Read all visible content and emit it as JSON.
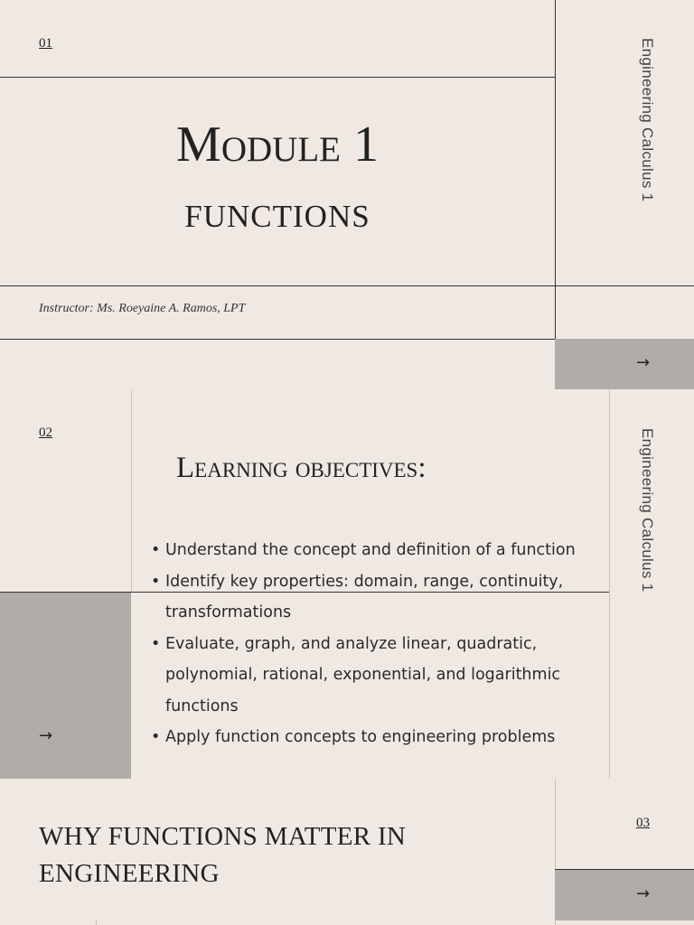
{
  "slide1": {
    "number": "01",
    "title_line1": "Module 1",
    "title_line2": "functions",
    "instructor": "Instructor: Ms. Roeyaine A. Ramos, LPT",
    "side_label": "Engineering Calculus 1",
    "arrow": "→"
  },
  "slide2": {
    "number": "02",
    "heading": "Learning objectives:",
    "side_label": "Engineering Calculus 1",
    "arrow": "→",
    "objectives": [
      "Understand the concept and definition of a function",
      "Identify key properties: domain, range, continuity, transformations",
      "Evaluate, graph, and analyze linear, quadratic, polynomial, rational, exponential, and logarithmic functions",
      "Apply function concepts to engineering problems"
    ]
  },
  "slide3": {
    "number": "03",
    "heading": "WHY FUNCTIONS MATTER IN ENGINEERING",
    "arrow": "→"
  },
  "colors": {
    "background": "#f0e9e3",
    "accent_gray": "#b0ada8",
    "line": "#333333"
  }
}
